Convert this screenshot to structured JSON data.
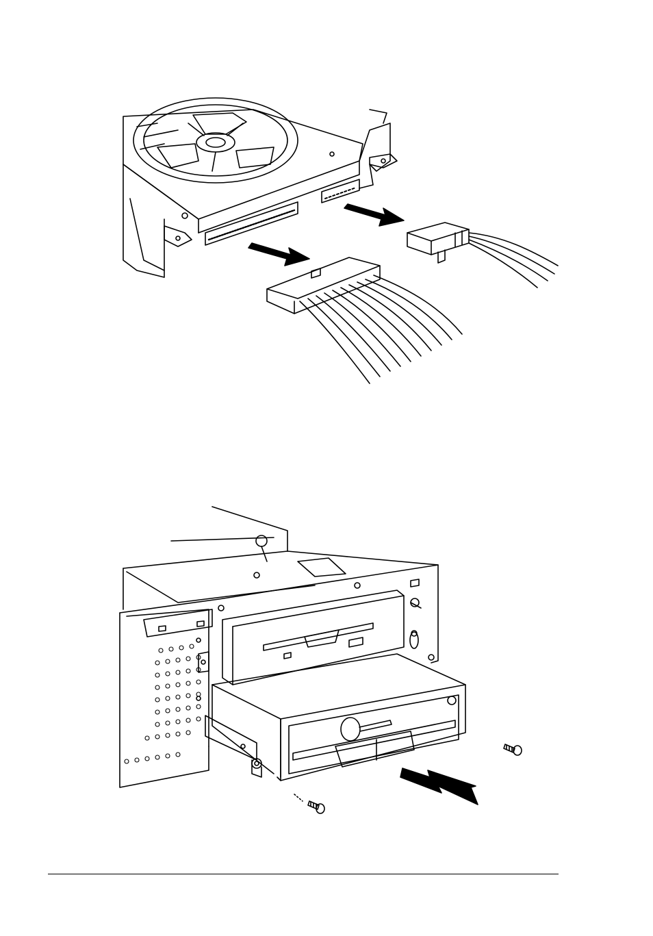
{
  "figures": [
    {
      "id": "hard-drive-cable-removal",
      "arrows": 2,
      "connectors": [
        "ribbon-cable-connector",
        "power-cable-connector"
      ]
    },
    {
      "id": "floppy-drive-removal",
      "arrows": 1,
      "screws": 2
    }
  ],
  "colors": {
    "ink": "#000000",
    "paper": "#ffffff"
  }
}
